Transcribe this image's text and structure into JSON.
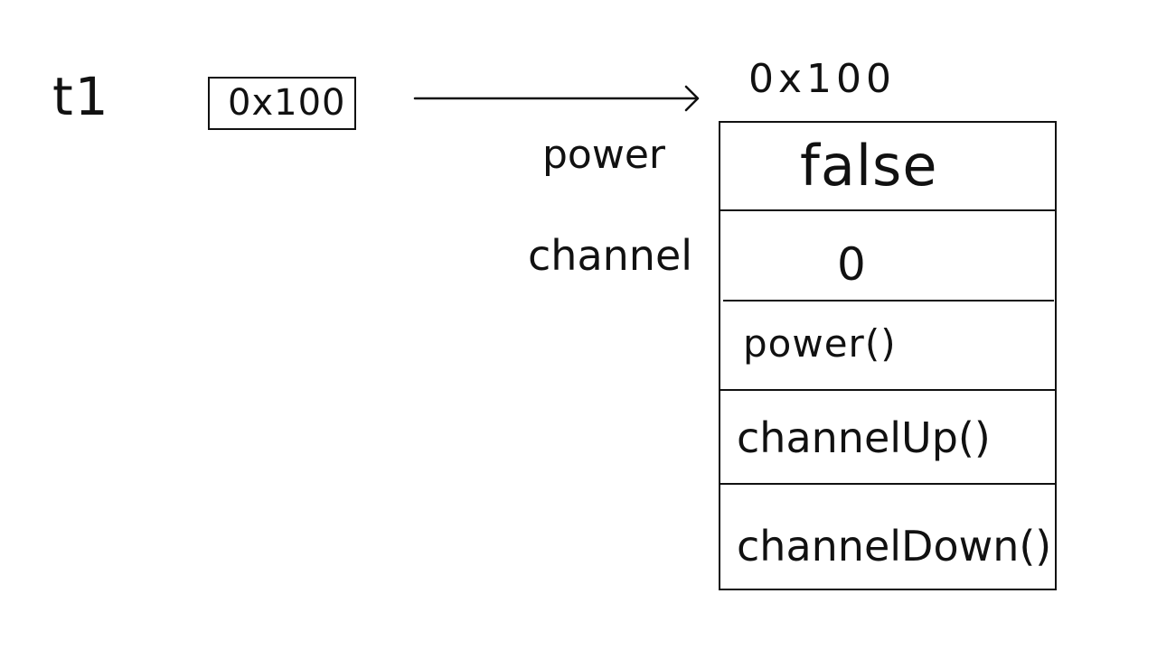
{
  "variable": {
    "name": "t1",
    "reference_value": "0x100"
  },
  "object": {
    "address": "0x100",
    "field_labels": {
      "power": "power",
      "channel": "channel"
    },
    "cells": {
      "power_value": "false",
      "channel_value": "0",
      "method_power": "power()",
      "method_channel_up": "channelUp()",
      "method_channel_down": "channelDown()"
    }
  },
  "colors": {
    "ink": "#111111",
    "background": "#ffffff"
  }
}
